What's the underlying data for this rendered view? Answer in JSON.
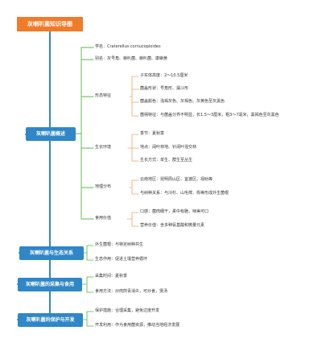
{
  "colors": {
    "root_fill": "#f07b2a",
    "main_fill": "#2f87c8",
    "line_blue": "#2f87c8",
    "line_green": "#7bc86c",
    "line_orange": "#f3a45b",
    "text": "#333333"
  },
  "mindmap": {
    "root": "灰喇叭菌知识导图",
    "overview": {
      "label": "灰喇叭菌概述",
      "children": {
        "scientific_name": "学名：Craterellus cornucopioides",
        "alias": "别名：灰号角、喇叭菌、喇叭菌、康喇黄",
        "morphology": {
          "label": "形态特征",
          "items": {
            "height": "子实体高度：2～10.5厘米",
            "cap_shape": "菌盖形状：号角形、漏斗形",
            "cap_color": "菌盖颜色：浅褐灰色、灰褐色、灰黄色至灰黑色",
            "stipe": "菌柄特征：与菌盖分界不明显，长1.5～3厘米，粗3～7毫米，黑褐色至灰黑色"
          }
        },
        "habitat": {
          "label": "生长环境",
          "items": {
            "season": "季节：夏秋季",
            "place": "地点：阔叶林地、针阔叶混交林",
            "mode": "生长方式：单生、群生至丛生"
          }
        },
        "distribution": {
          "label": "地理分布",
          "items": {
            "yunnan": "云南地区：昆明周山区、宜渡区、禄劝等",
            "trees": "与树种关系：与冷杉、山毛榉、栎等形成外生菌根"
          }
        },
        "edible": {
          "label": "食用价值",
          "items": {
            "taste": "口感：菌肉细干，柔中有脆，味美可口",
            "nutrition": "营养价值：含多种氨基酸和微量元素"
          }
        }
      }
    },
    "ecology": {
      "label": "灰喇叭菌与生态关系",
      "items": {
        "symbiosis": "外生菌根：与特定树种共生",
        "role": "生态作用：促进土壤营养循环"
      }
    },
    "harvest": {
      "label": "灰喇叭菌的采集与食用",
      "items": {
        "time": "采集时间：夏秋季",
        "method": "食用方法：炒肉煎青消炎，可炒食，煲汤"
      }
    },
    "protection": {
      "label": "灰喇叭菌的保护与开发",
      "items": {
        "measures": "保护措施：合理采集，避免过度开发",
        "use": "开发利用：作为食用菌资源，推动当地经济发展"
      }
    }
  }
}
